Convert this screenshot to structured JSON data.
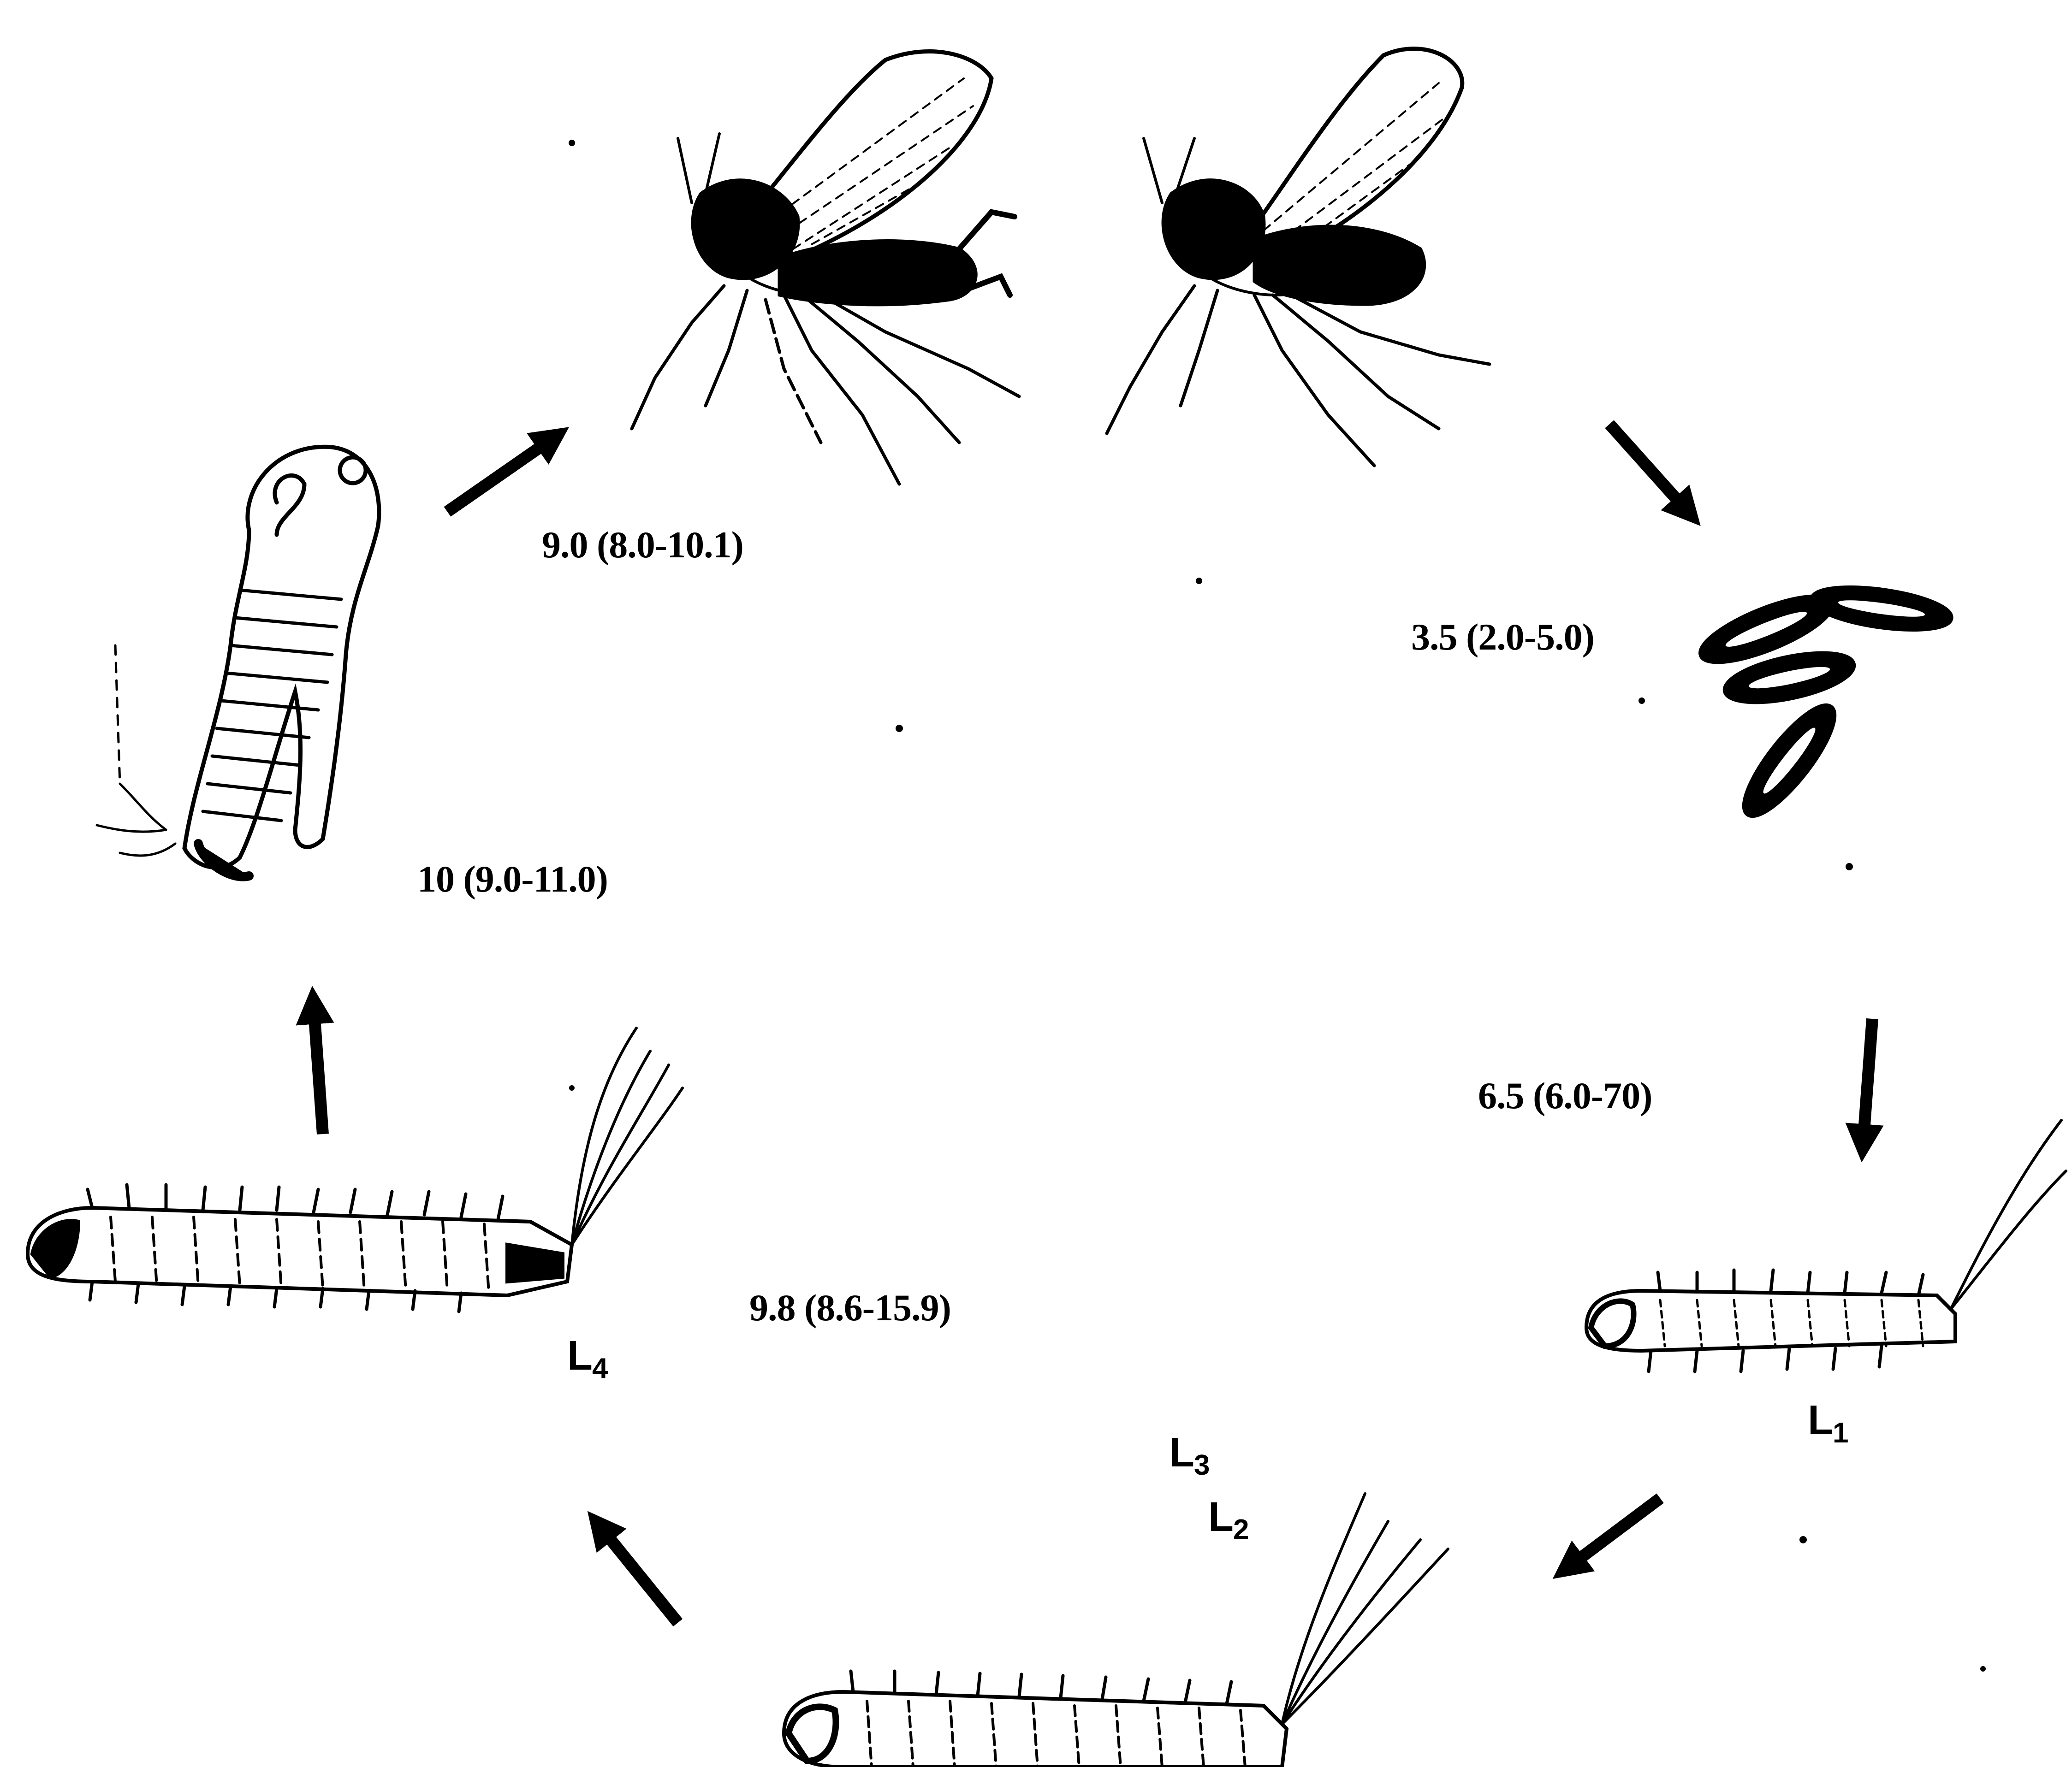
{
  "durations": {
    "pupa_to_adult": "9.0 (8.0-10.1)",
    "adult_to_egg": "3.5 (2.0-5.0)",
    "egg_to_l1": "6.5 (6.0-70)",
    "larva_to_pupa": "10 (9.0-11.0)",
    "l2_to_l4": "9.8 (8.6-15.9)"
  },
  "stages": {
    "l1": {
      "letter": "L",
      "sub": "1"
    },
    "l2": {
      "letter": "L",
      "sub": "2"
    },
    "l3": {
      "letter": "L",
      "sub": "3"
    },
    "l4": {
      "letter": "L",
      "sub": "4"
    }
  },
  "icons": [
    "adult-fly-male-icon",
    "adult-fly-female-icon",
    "eggs-icon",
    "larva-l1-icon",
    "larva-l2-l3-icon",
    "larva-l4-icon",
    "pupa-icon",
    "arrow-icon"
  ],
  "colors": {
    "ink": "#000000",
    "paper": "#ffffff"
  }
}
